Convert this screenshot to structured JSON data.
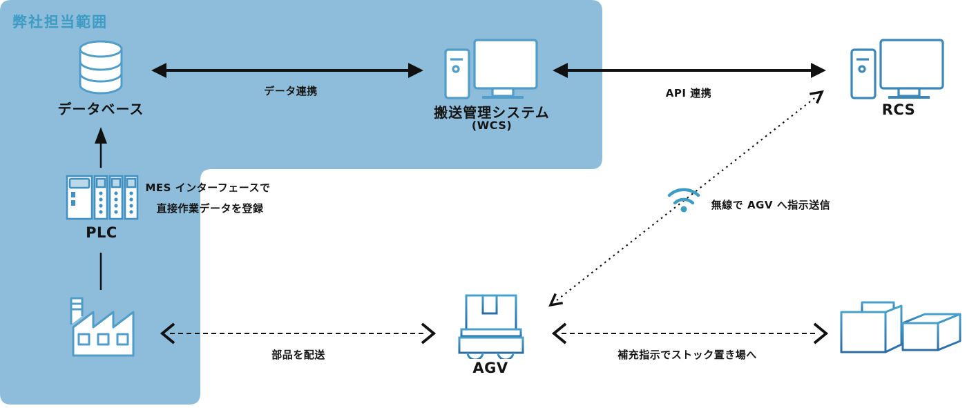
{
  "region": {
    "title": "弊社担当範囲"
  },
  "nodes": {
    "database": {
      "label": "データベース"
    },
    "wcs": {
      "label": "搬送管理システム",
      "sublabel": "(WCS)"
    },
    "rcs": {
      "label": "RCS"
    },
    "plc": {
      "label": "PLC"
    },
    "agv": {
      "label": "AGV"
    }
  },
  "edges": {
    "data_link": {
      "label": "データ連携"
    },
    "api_link": {
      "label": "API 連携"
    },
    "wireless": {
      "label": "無線で AGV へ指示送信"
    },
    "parts": {
      "label": "部品を配送"
    },
    "restock": {
      "label": "補充指示でストック置き場へ"
    }
  },
  "annotations": {
    "mes_line1": "MES インターフェースで",
    "mes_line2": "直接作業データを登録"
  },
  "colors": {
    "region_bg": "#8dbdda",
    "region_title": "#3d9cc4",
    "icon_stroke_inside": "#4f9dc8",
    "icon_stroke_outside_top": "#47a0cc",
    "icon_stroke_outside_bottom": "#2b6ca5",
    "arrow_black": "#111111",
    "wifi_blue": "#3d9cc4"
  }
}
